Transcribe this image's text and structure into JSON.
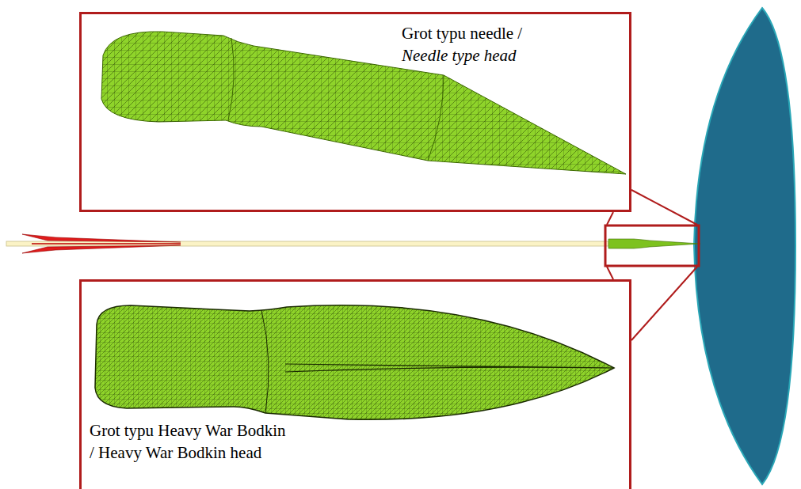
{
  "diagram": {
    "nodes": [
      {
        "text": [
          "Grot typu needle /",
          "Needle type head"
        ]
      },
      {
        "text": [
          "Grot typu Heavy War Bodkin",
          "/ Heavy War Bodkin head"
        ]
      }
    ]
  }
}
